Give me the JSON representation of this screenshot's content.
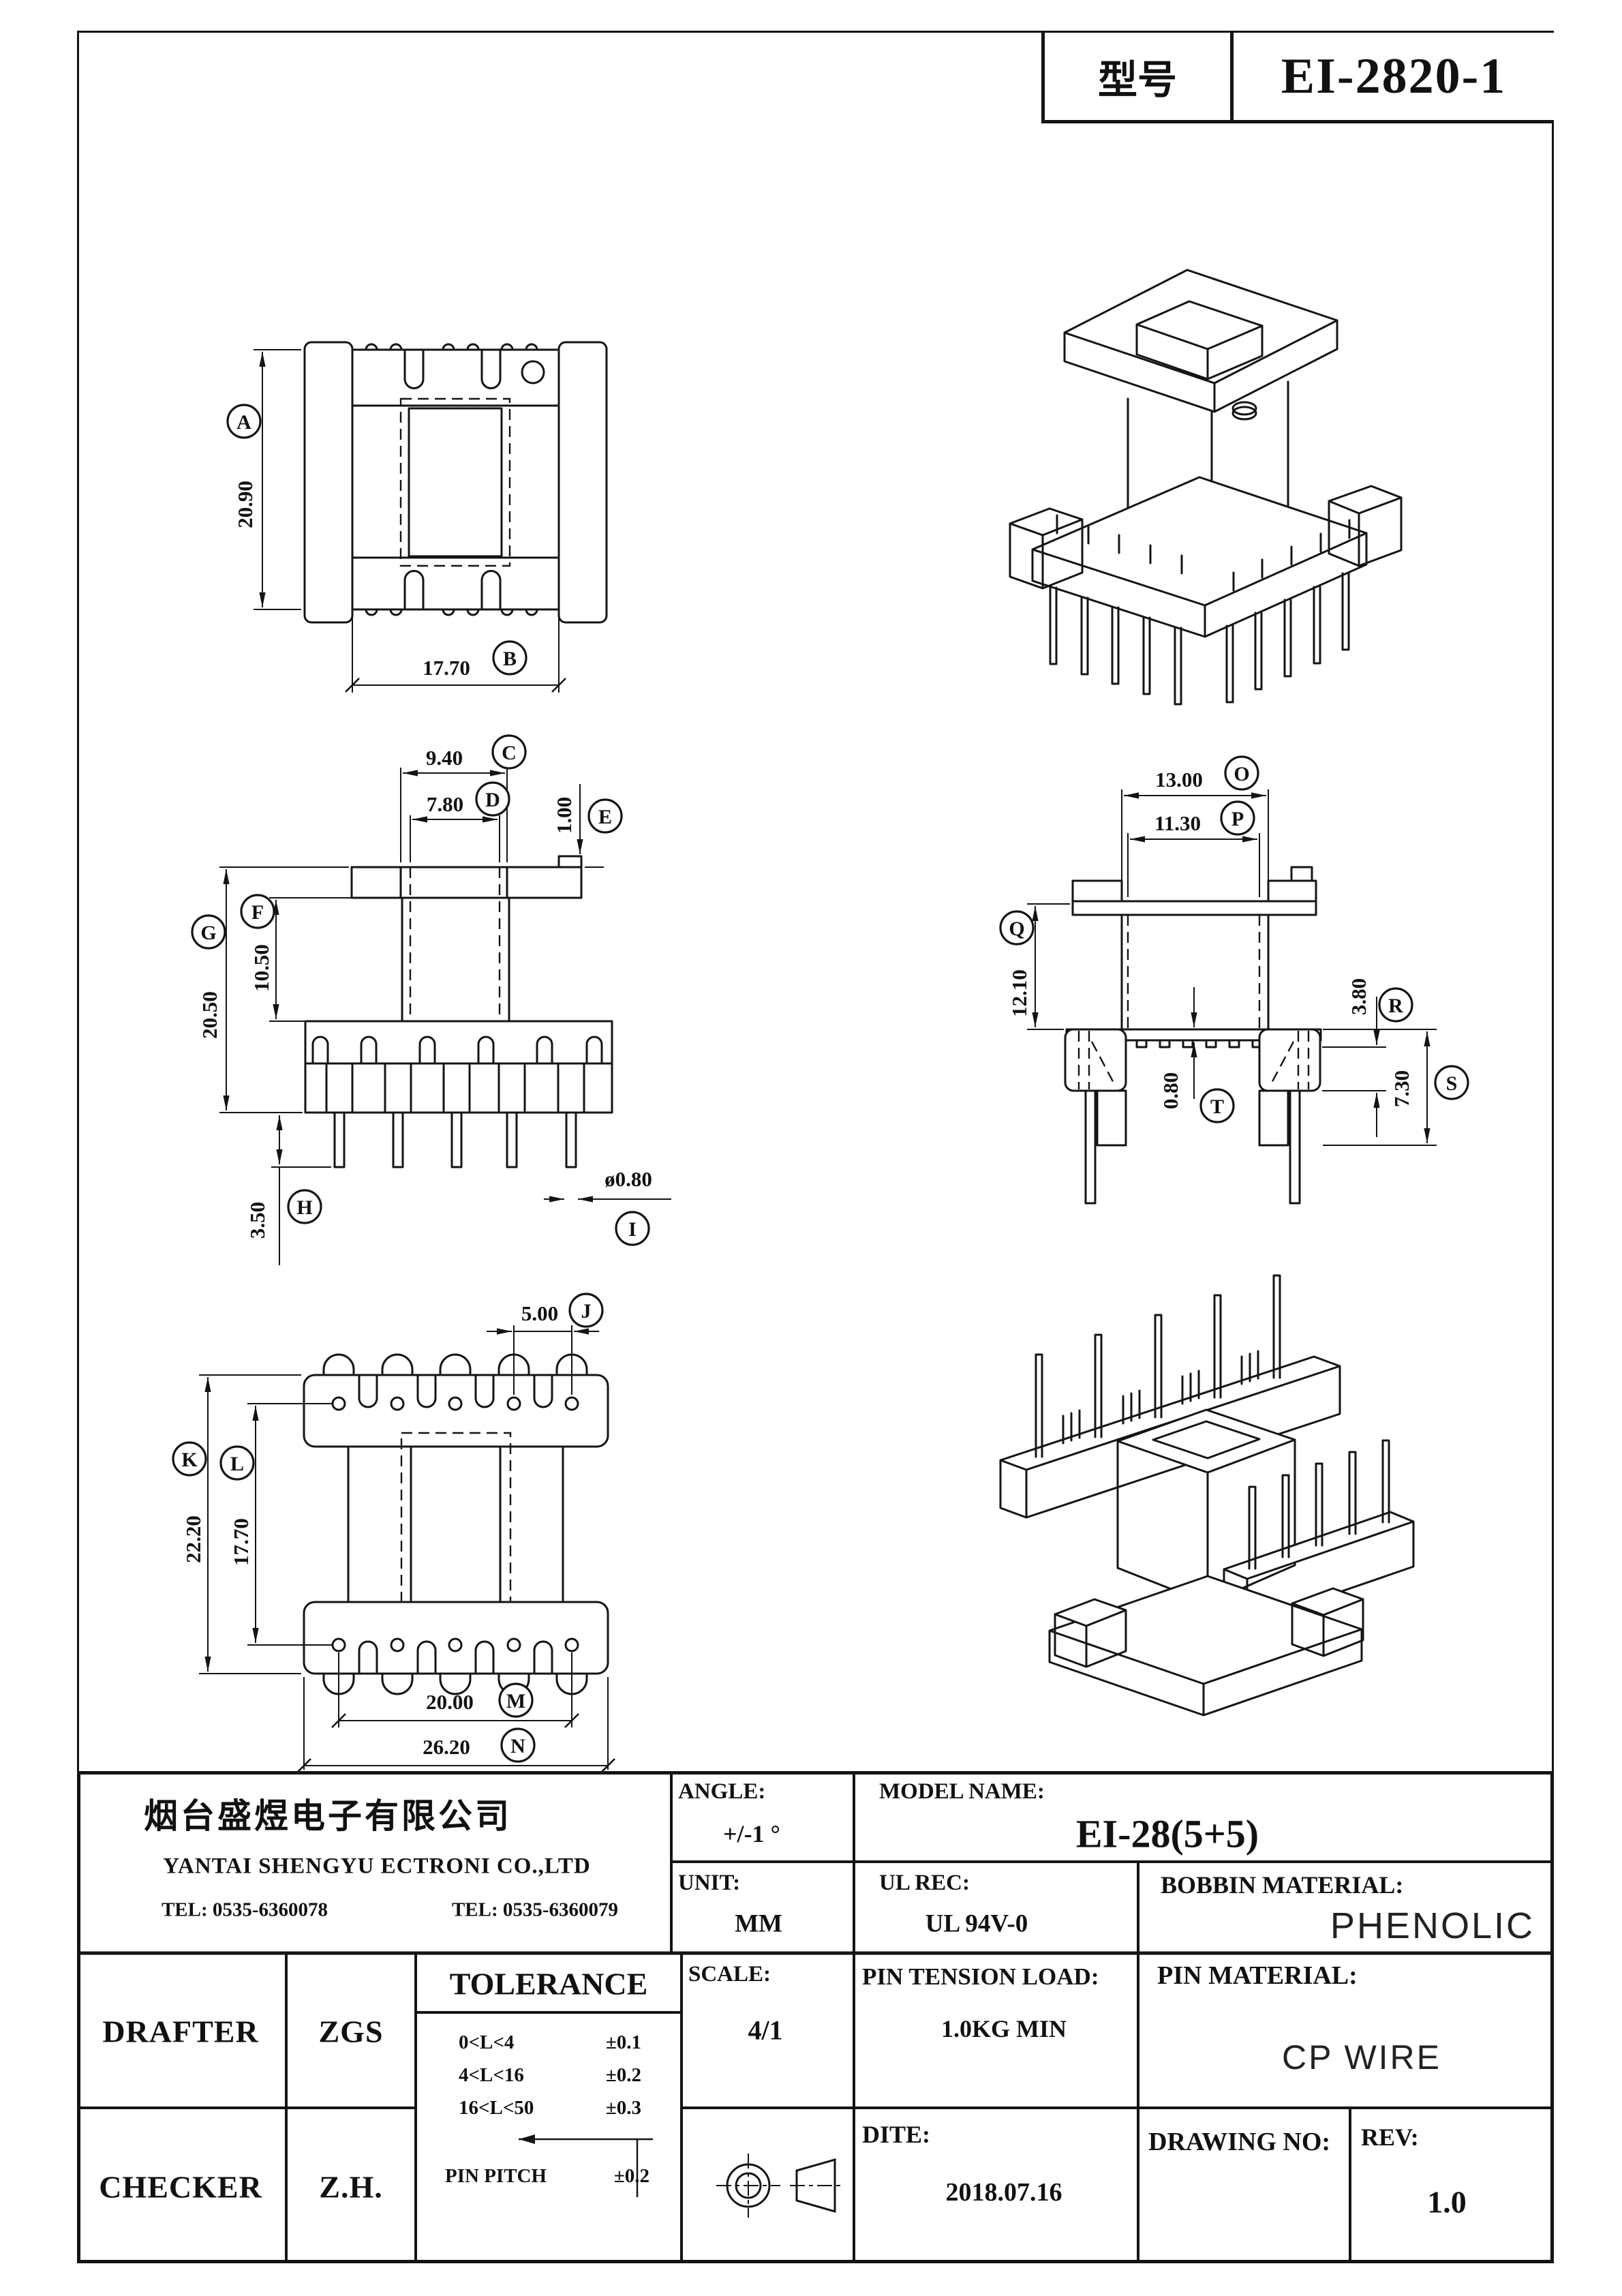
{
  "header": {
    "model_label": "型号",
    "model_value": "EI-2820-1"
  },
  "dims": {
    "A": {
      "letter": "A",
      "value": "20.90"
    },
    "B": {
      "letter": "B",
      "value": "17.70"
    },
    "C": {
      "letter": "C",
      "value": "9.40"
    },
    "D": {
      "letter": "D",
      "value": "7.80"
    },
    "E": {
      "letter": "E",
      "value": "1.00"
    },
    "F": {
      "letter": "F",
      "value": "10.50"
    },
    "G": {
      "letter": "G",
      "value": "20.50"
    },
    "H": {
      "letter": "H",
      "value": "3.50"
    },
    "I": {
      "letter": "I",
      "value": "ø0.80"
    },
    "J": {
      "letter": "J",
      "value": "5.00"
    },
    "K": {
      "letter": "K",
      "value": "22.20"
    },
    "L": {
      "letter": "L",
      "value": "17.70"
    },
    "M": {
      "letter": "M",
      "value": "20.00"
    },
    "N": {
      "letter": "N",
      "value": "26.20"
    },
    "O": {
      "letter": "O",
      "value": "13.00"
    },
    "P": {
      "letter": "P",
      "value": "11.30"
    },
    "Q": {
      "letter": "Q",
      "value": "12.10"
    },
    "R": {
      "letter": "R",
      "value": "3.80"
    },
    "S": {
      "letter": "S",
      "value": "7.30"
    },
    "T": {
      "letter": "T",
      "value": "0.80"
    }
  },
  "title_block": {
    "company_cn": "烟台盛煜电子有限公司",
    "company_en": "YANTAI SHENGYU ECTRONI CO.,LTD",
    "tel1": "TEL: 0535-6360078",
    "tel2": "TEL: 0535-6360079",
    "angle_label": "ANGLE:",
    "angle_value": "+/-1 °",
    "model_name_label": "MODEL NAME:",
    "model_name_value": "EI-28(5+5)",
    "unit_label": "UNIT:",
    "unit_value": "MM",
    "ul_label": "UL REC:",
    "ul_value": "UL 94V-0",
    "bobbin_label": "BOBBIN MATERIAL:",
    "bobbin_value": "PHENOLIC",
    "drafter_label": "DRAFTER",
    "drafter_value": "ZGS",
    "checker_label": "CHECKER",
    "checker_value": "Z.H.",
    "tolerance_title": "TOLERANCE",
    "tol_rows": [
      {
        "range": "0<L<4",
        "val": "±0.1"
      },
      {
        "range": "4<L<16",
        "val": "±0.2"
      },
      {
        "range": "16<L<50",
        "val": "±0.3"
      }
    ],
    "pin_pitch_label": "PIN PITCH",
    "pin_pitch_val": "±0.2",
    "scale_label": "SCALE:",
    "scale_value": "4/1",
    "pin_tension_label": "PIN TENSION LOAD:",
    "pin_tension_value": "1.0KG MIN",
    "pin_material_label": "PIN MATERIAL:",
    "pin_material_value": "CP WIRE",
    "date_label": "DITE:",
    "date_value": "2018.07.16",
    "drawing_no_label": "DRAWING NO:",
    "rev_label": "REV:",
    "rev_value": "1.0"
  }
}
